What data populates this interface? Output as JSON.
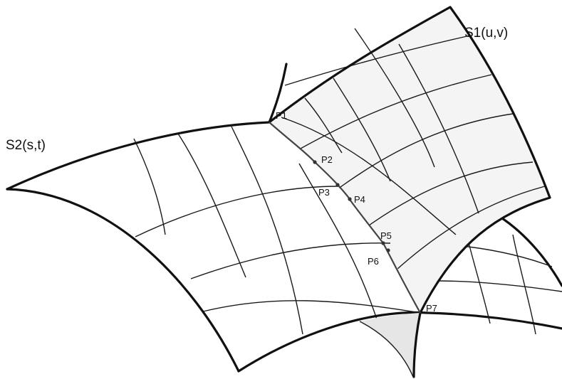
{
  "surfaces": {
    "s1": {
      "label": "S1(u,v)"
    },
    "s2": {
      "label": "S2(s,t)"
    }
  },
  "points": [
    {
      "id": "p1",
      "label": "P1"
    },
    {
      "id": "p2",
      "label": "P2"
    },
    {
      "id": "p3",
      "label": "P3"
    },
    {
      "id": "p4",
      "label": "P4"
    },
    {
      "id": "p5",
      "label": "P5"
    },
    {
      "id": "p6",
      "label": "P6"
    },
    {
      "id": "p7",
      "label": "P7"
    }
  ],
  "colors": {
    "stroke": "#111111",
    "s1_fill": "#f4f4f4",
    "s2_fill": "#ffffff",
    "lower_fill": "#e6e6e6"
  }
}
